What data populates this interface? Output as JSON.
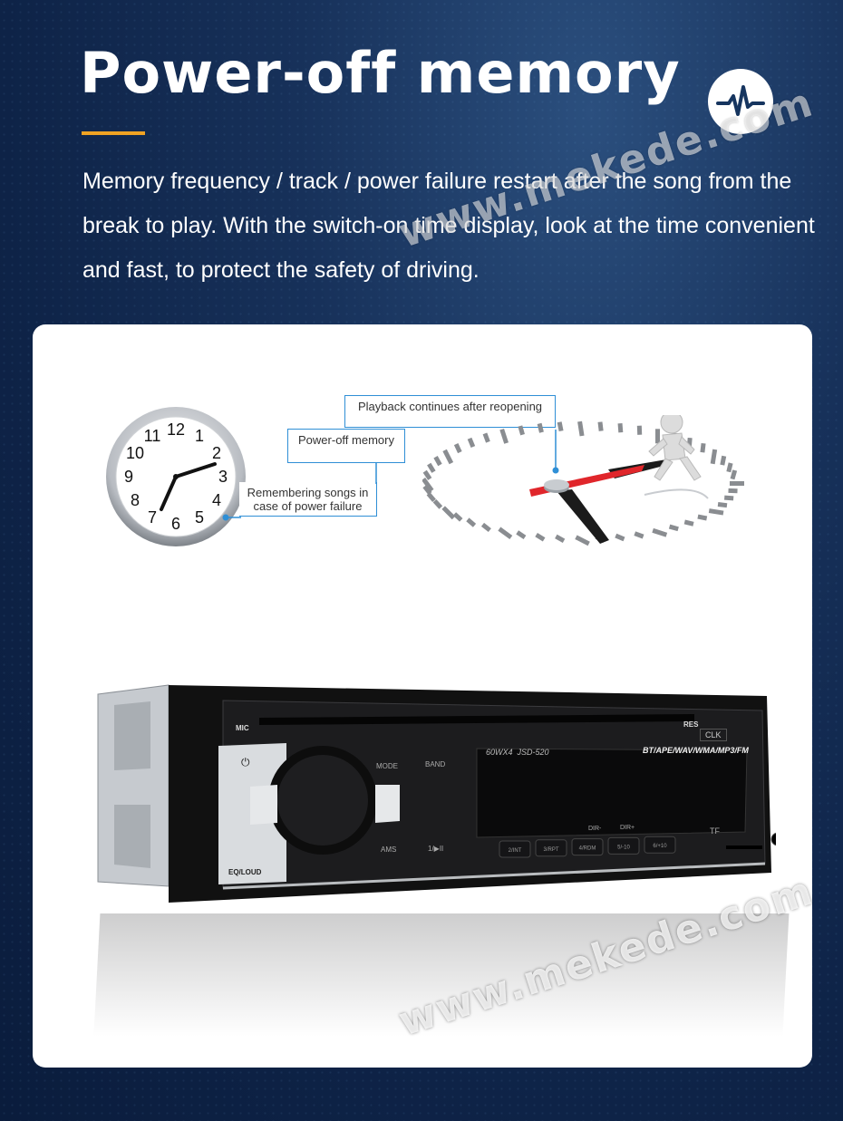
{
  "header": {
    "title": "Power-off memory",
    "description": "Memory frequency / track / power failure restart after the song from the break to play. With the switch-on time display, look at the time convenient and fast, to protect the safety of driving.",
    "logo_icon": "pulse-line-icon"
  },
  "watermark": {
    "text": "www.mekede.com"
  },
  "diagram": {
    "callout_playback": "Playback continues after reopening",
    "callout_poweroff": "Power-off memory",
    "callout_remember": "Remembering songs in case of power failure",
    "clock_numbers": [
      "12",
      "1",
      "2",
      "3",
      "4",
      "5",
      "6",
      "7",
      "8",
      "9",
      "10",
      "11"
    ]
  },
  "radio": {
    "mic_label": "MIC",
    "res_label": "RES",
    "clk_label": "CLK",
    "model_label": "60WX4  JSD-520",
    "formats_label": "BT/APE/WAV/WMA/MP3/FM",
    "mode_label": "MODE",
    "band_label": "BAND",
    "ams_label": "AMS",
    "play_label": "1/▶II",
    "eq_label": "EQ/LOUD",
    "dir_minus": "DIR-",
    "dir_plus": "DIR+",
    "tf_label": "TF",
    "preset_buttons": [
      "2/INT",
      "3/RPT",
      "4/RDM",
      "5/-10",
      "6/+10"
    ]
  },
  "colors": {
    "accent_orange": "#f0a323",
    "callout_blue": "#2f8fd6",
    "clock_hand_red": "#e0262b"
  }
}
